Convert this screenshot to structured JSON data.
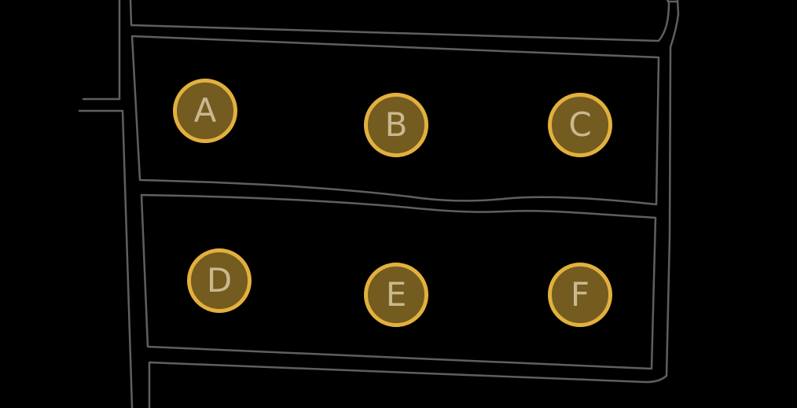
{
  "diagram": {
    "background_color": "#000000",
    "outline_color": "#5f5f5f",
    "marker_fill_color": "#745b1f",
    "marker_border_color": "#e2b03e",
    "marker_text_color": "#c9b88f",
    "markers": [
      {
        "id": "a",
        "label": "A"
      },
      {
        "id": "b",
        "label": "B"
      },
      {
        "id": "c",
        "label": "C"
      },
      {
        "id": "d",
        "label": "D"
      },
      {
        "id": "e",
        "label": "E"
      },
      {
        "id": "f",
        "label": "F"
      }
    ]
  }
}
